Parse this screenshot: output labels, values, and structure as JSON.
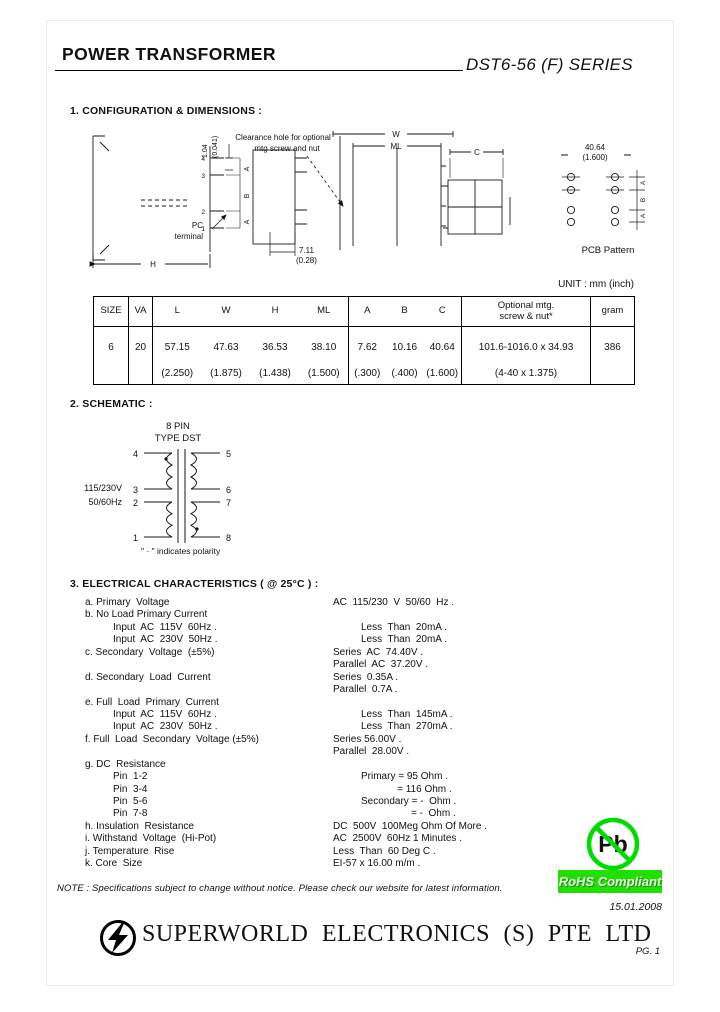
{
  "header": {
    "title": "POWER TRANSFORMER",
    "series": "DST6-56 (F) SERIES"
  },
  "section1": {
    "heading": "1. CONFIGURATION & DIMENSIONS :",
    "unit_label": "UNIT : mm (inch)",
    "drawing": {
      "clearance_note_line1": "Clearance hole for optional",
      "clearance_note_line2": "mtg screw and nut",
      "pc_terminal_line1": "PC",
      "pc_terminal_line2": "terminal",
      "pcb_pattern_label": "PCB Pattern",
      "dim_h": "H",
      "dim_w": "W",
      "dim_ml": "ML",
      "dim_a": "A",
      "dim_b": "B",
      "dim_c": "C",
      "dim_pin_pitch_mm": "7.11",
      "dim_pin_pitch_in": "(0.28)",
      "dim_pin_dia_mm": "1.04",
      "dim_pin_dia_in": "(0.041)",
      "dim_pcb_mm": "40.64",
      "dim_pcb_in": "(1.600)",
      "pins_view1": [
        "4",
        "3",
        "2",
        "1"
      ]
    },
    "table": {
      "headers": [
        "SIZE",
        "VA",
        "L",
        "W",
        "H",
        "ML",
        "A",
        "B",
        "C",
        "Optional mtg.\nscrew & nut*",
        "gram"
      ],
      "row_mm": [
        "6",
        "20",
        "57.15",
        "47.63",
        "36.53",
        "38.10",
        "7.62",
        "10.16",
        "40.64",
        "101.6-1016.0 x 34.93",
        "386"
      ],
      "row_inch": [
        "",
        "",
        "(2.250)",
        "(1.875)",
        "(1.438)",
        "(1.500)",
        "(.300)",
        "(.400)",
        "(1.600)",
        "(4-40  x  1.375)",
        ""
      ]
    }
  },
  "section2": {
    "heading": "2. SCHEMATIC :",
    "pin_count_label": "8 PIN",
    "type_label": "TYPE DST",
    "primary_voltage": "115/230V",
    "primary_freq": "50/60Hz",
    "pins_left": [
      "4",
      "3",
      "2",
      "1"
    ],
    "pins_right": [
      "5",
      "6",
      "7",
      "8"
    ],
    "polarity_note": "\" · \" indicates polarity"
  },
  "section3": {
    "heading": "3. ELECTRICAL CHARACTERISTICS ( @ 25°C ) :",
    "rows": [
      {
        "label": "a. Primary  Voltage",
        "value": "AC  115/230  V  50/60  Hz ."
      },
      {
        "label": "b. No Load Primary Current",
        "value": ""
      },
      {
        "label": "Input  AC  115V  60Hz .",
        "value": "Less  Than  20mA .",
        "css": "indent"
      },
      {
        "label": "Input  AC  230V  50Hz .",
        "value": "Less  Than  20mA .",
        "css": "indent"
      },
      {
        "label": "c. Secondary  Voltage  (±5%)",
        "value": "Series  AC  74.40V ."
      },
      {
        "label": "",
        "value": "Parallel  AC  37.20V ."
      },
      {
        "label": "d. Secondary  Load  Current",
        "value": "Series  0.35A ."
      },
      {
        "label": "",
        "value": "Parallel  0.7A ."
      },
      {
        "label": "e. Full  Load  Primary  Current",
        "value": ""
      },
      {
        "label": "Input  AC  115V  60Hz .",
        "value": "Less  Than  145mA .",
        "css": "indent"
      },
      {
        "label": "Input  AC  230V  50Hz .",
        "value": "Less  Than  270mA .",
        "css": "indent"
      },
      {
        "label": "f. Full  Load  Secondary  Voltage (±5%)",
        "value": "Series 56.00V ."
      },
      {
        "label": "",
        "value": "Parallel  28.00V ."
      },
      {
        "label": "g. DC  Resistance",
        "value": ""
      },
      {
        "label": "Pin  1-2",
        "value": "Primary = 95 Ohm .",
        "css": "indent"
      },
      {
        "label": "Pin  3-4",
        "value": "             = 116 Ohm .",
        "css": "indent"
      },
      {
        "label": "Pin  5-6",
        "value": "Secondary = -  Ohm .",
        "css": "indent"
      },
      {
        "label": "Pin  7-8",
        "value": "                  = -  Ohm .",
        "css": "indent"
      },
      {
        "label": "h. Insulation  Resistance",
        "value": "DC  500V  100Meg Ohm Of More ."
      },
      {
        "label": "i. Withstand  Voltage  (Hi-Pot)",
        "value": "AC  2500V  60Hz 1 Minutes ."
      },
      {
        "label": "j. Temperature  Rise",
        "value": "Less  Than  60 Deg C ."
      },
      {
        "label": "k. Core  Size",
        "value": "EI-57 x 16.00 m/m ."
      }
    ]
  },
  "footer": {
    "note": "NOTE : Specifications subject to change without notice. Please check our website for latest information.",
    "rohs_label": "RoHS Compliant",
    "rohs_green": "#1FE000",
    "pb_symbol": "Pb",
    "date": "15.01.2008",
    "company": "SUPERWORLD ELECTRONICS (S) PTE LTD",
    "page_number": "PG. 1"
  }
}
